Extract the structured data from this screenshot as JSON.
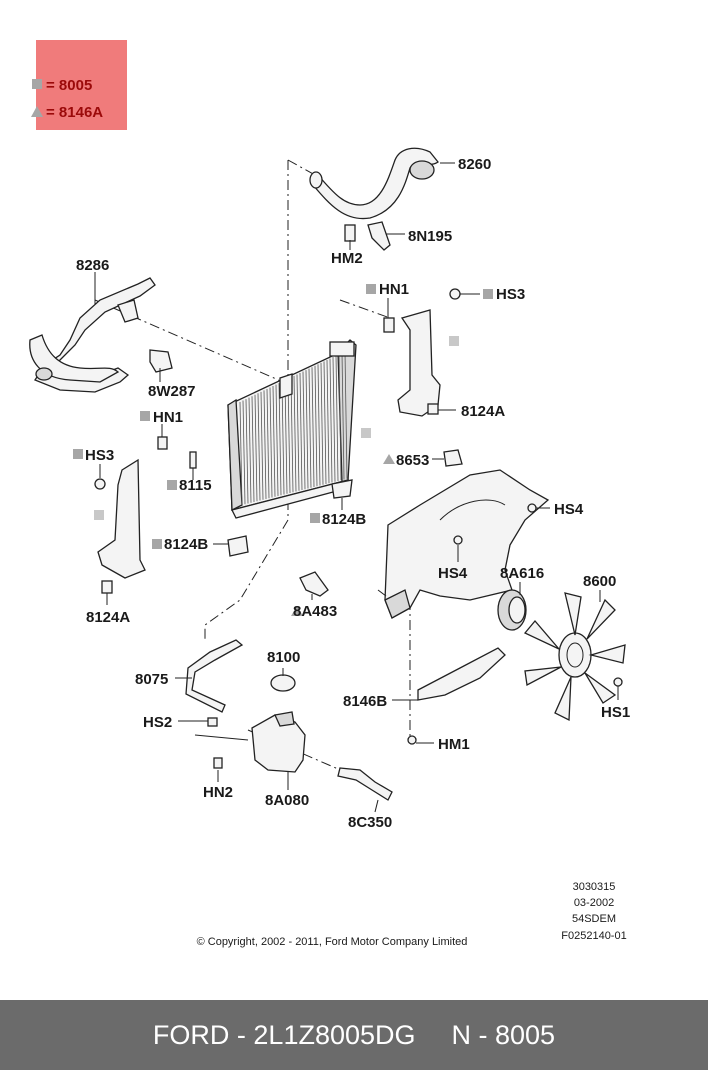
{
  "legend": {
    "items": [
      {
        "symbol": "square",
        "text": "= 8005"
      },
      {
        "symbol": "triangle",
        "text": "= 8146A"
      }
    ],
    "box_color": "#f07b7b",
    "text_color": "#9b0a0a"
  },
  "labels": {
    "p8260": "8260",
    "p8n195": "8N195",
    "hm2": "HM2",
    "p8286": "8286",
    "p8w287": "8W287",
    "hn1_right": "HN1",
    "hs3_right": "HS3",
    "p8124a_right": "8124A",
    "hn1_left": "HN1",
    "hs3_left": "HS3",
    "p8115": "8115",
    "p8124b_low": "8124B",
    "p8124b_right": "8124B",
    "p8653": "8653",
    "hs4_right": "HS4",
    "hs4_mid": "HS4",
    "p8124a_left": "8124A",
    "p8a483": "8A483",
    "p8a616": "8A616",
    "p8600": "8600",
    "p8100": "8100",
    "p8075": "8075",
    "p8146b": "8146B",
    "hs1": "HS1",
    "hs2": "HS2",
    "hm1": "HM1",
    "hn2": "HN2",
    "p8a080": "8A080",
    "p8c350": "8C350"
  },
  "ref_codes": [
    "3030315",
    "03-2002",
    "54SDEM",
    "F0252140-01"
  ],
  "copyright": "© Copyright, 2002 - 2011, Ford Motor Company Limited",
  "footer": {
    "part_ref": "FORD - 2L1Z8005DG",
    "part_number": "N - 8005"
  }
}
